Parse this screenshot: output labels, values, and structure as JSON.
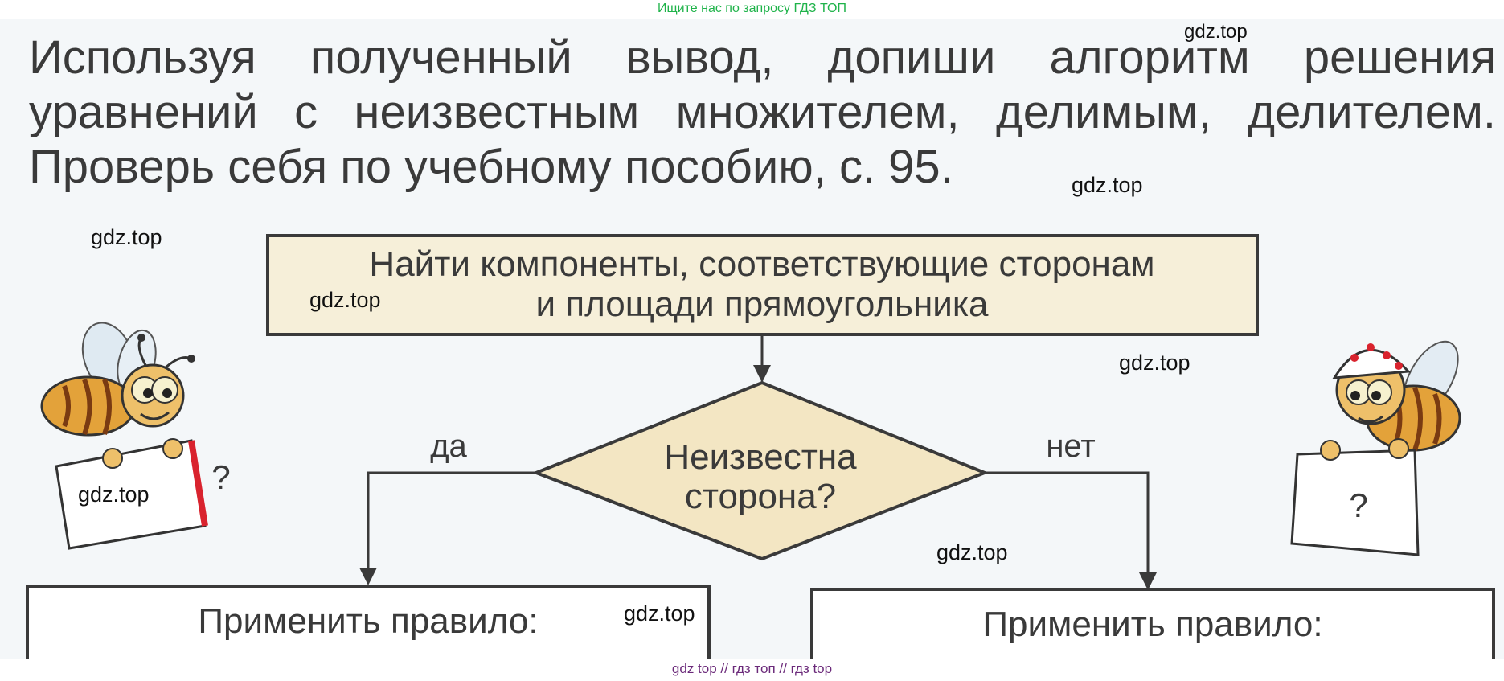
{
  "header_note": "Ищите нас по запросу ГДЗ ТОП",
  "footer_note": "gdz top // гдз топ // гдз top",
  "task": {
    "line1": "Используя полученный вывод, допиши алгоритм решения",
    "line2": "уравнений с неизвестным множителем, делимым, делителем.",
    "line3": "Проверь себя по учебному пособию, с. 95."
  },
  "flowchart": {
    "start_line1": "Найти компоненты, соответствующие сторонам",
    "start_line2": "и площади прямоугольника",
    "decision_line1": "Неизвестна",
    "decision_line2": "сторона?",
    "yes_label": "да",
    "no_label": "нет",
    "left_box": "Применить правило:",
    "right_box": "Применить правило:"
  },
  "bee_sign_left": "?",
  "bee_sign_right": "?",
  "watermark": "gdz.top",
  "colors": {
    "box_fill": "#f6efd9",
    "diamond_fill": "#f3e6c3",
    "stroke": "#3a3a3a",
    "accent_red": "#d9232e"
  }
}
